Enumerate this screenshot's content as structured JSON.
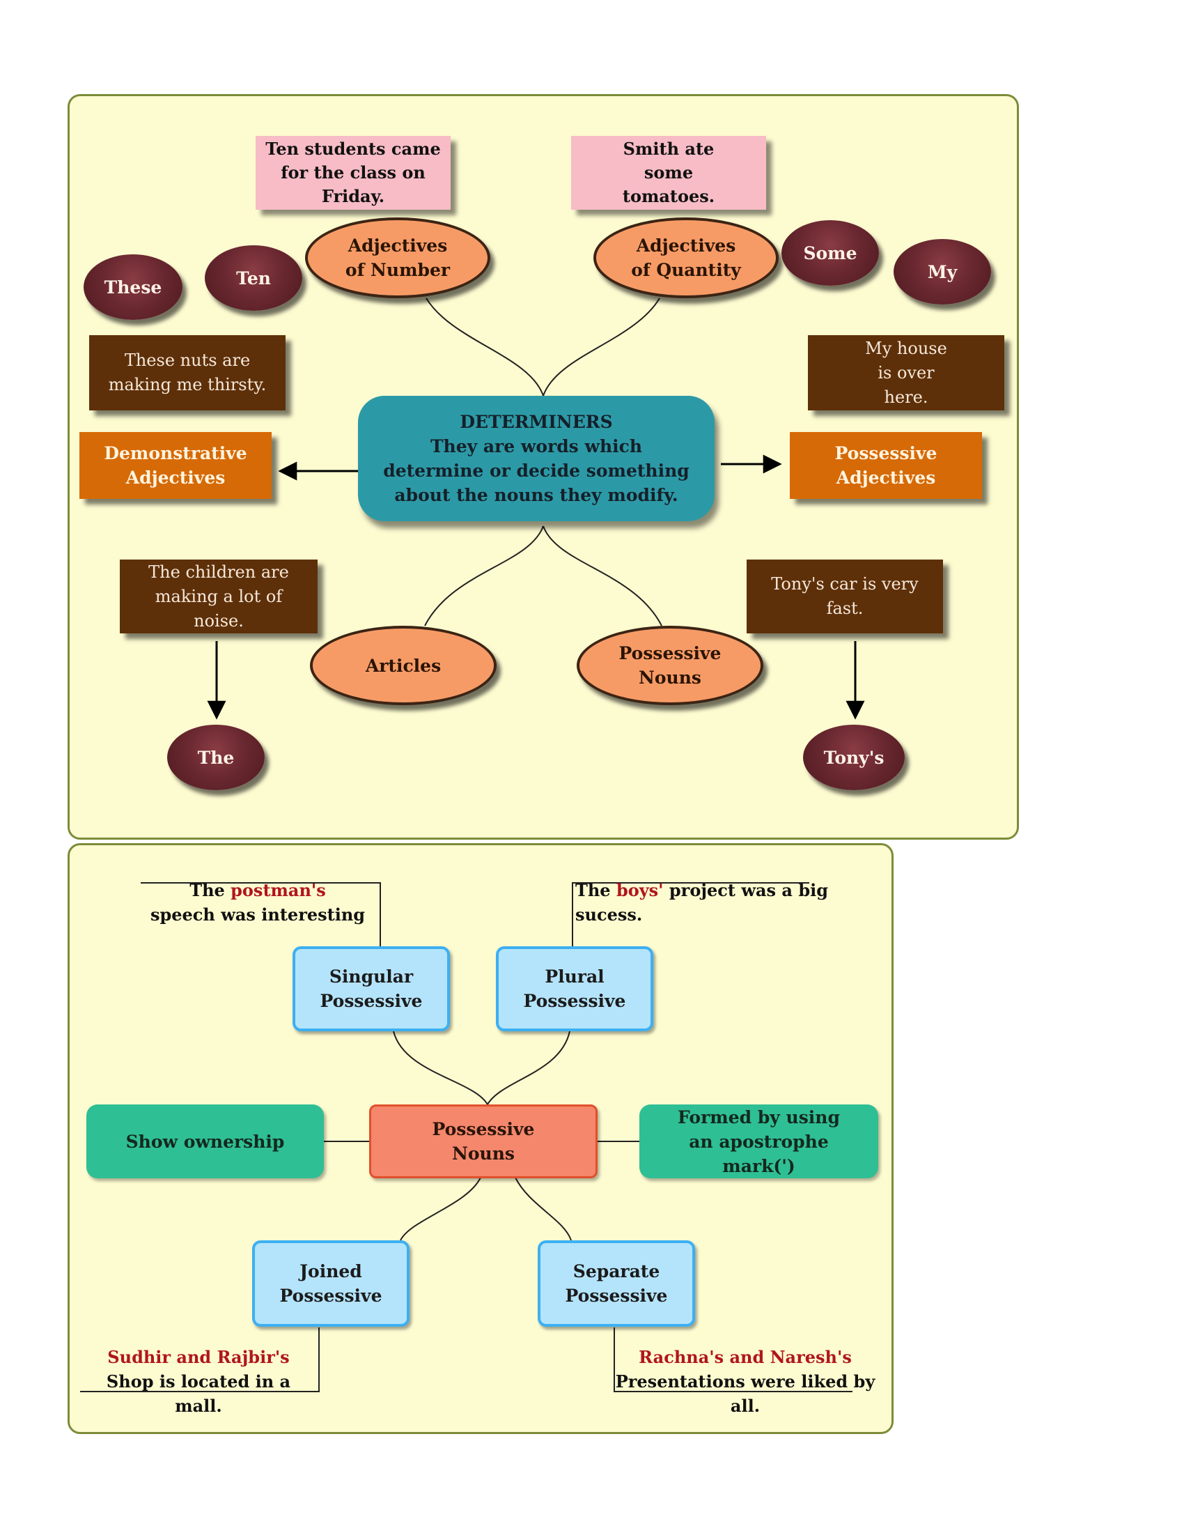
{
  "determiners": {
    "center": {
      "title": "DETERMINERS",
      "text": "They are words which determine or decide something about the nouns they modify."
    },
    "number": {
      "label": "Adjectives of Number",
      "example": "Ten students came for the class on Friday.",
      "word_1": "These",
      "word_2": "Ten"
    },
    "quantity": {
      "label": "Adjectives of Quantity",
      "example": "Smith ate some tomatoes.",
      "word_1": "Some",
      "word_2": "My"
    },
    "demonstrative": {
      "label": "Demonstrative Adjectives",
      "example": "These nuts are making me thirsty."
    },
    "possessive_adj": {
      "label": "Possessive Adjectives",
      "example": "My house is over here."
    },
    "articles": {
      "label": "Articles",
      "example": "The children are making a lot of noise.",
      "word": "The"
    },
    "possessive_nouns": {
      "label": "Possessive Nouns",
      "example": "Tony's car is very fast.",
      "word": "Tony's"
    }
  },
  "possessive": {
    "center": "Possessive Nouns",
    "left": "Show ownership",
    "right": "Formed by using an apostrophe mark(')",
    "singular": {
      "label": "Singular Possessive",
      "ex_pre": "The ",
      "ex_red": "postman's",
      "ex_post": "speech was interesting"
    },
    "plural": {
      "label": "Plural Possessive",
      "ex_pre": "The ",
      "ex_red": "boys'",
      "ex_post": " project was a big sucess."
    },
    "joined": {
      "label": "Joined Possessive",
      "ex_red": "Sudhir and Rajbir's",
      "ex_post": "Shop is located in a mall."
    },
    "separate": {
      "label": "Separate Possessive",
      "ex_red": "Rachna's and Naresh's",
      "ex_post": "Presentations were liked by all."
    }
  },
  "colors": {
    "panel": "#fdfbd0",
    "panel_border": "#7c8c3a",
    "oval": "#f79b66",
    "ball": "#6a2830",
    "brown": "#5e3009",
    "orange": "#d66a06",
    "teal": "#2c9aa6",
    "blue": "#b4e4fb",
    "green": "#2fbf94",
    "salmon": "#f4876c",
    "red": "#b0161c"
  }
}
